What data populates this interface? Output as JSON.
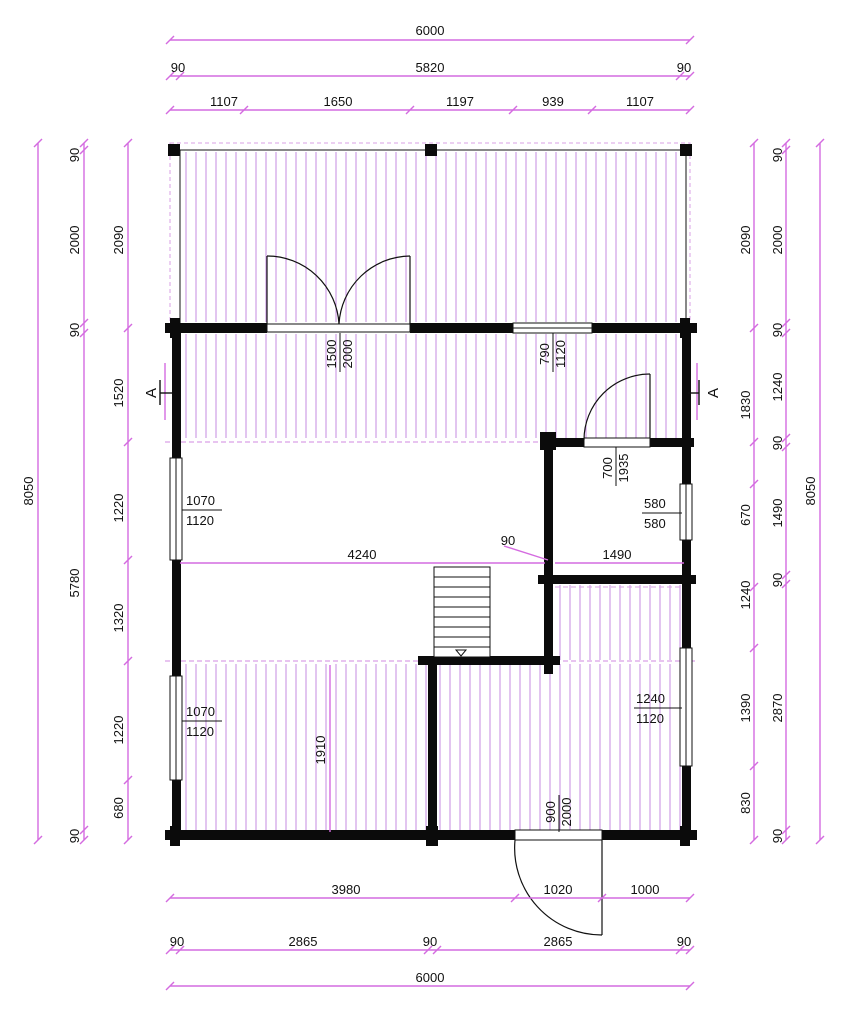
{
  "top_dims": {
    "overall": "6000",
    "row2": [
      "90",
      "5820",
      "90"
    ],
    "row3": [
      "1107",
      "1650",
      "1197",
      "939",
      "1107"
    ]
  },
  "bottom_dims": {
    "row1": [
      "3980",
      "1020",
      "1000"
    ],
    "row2": [
      "90",
      "2865",
      "90",
      "2865",
      "90"
    ],
    "overall": "6000"
  },
  "left_dims": {
    "overall": "8050",
    "col2": [
      "90",
      "2000",
      "90",
      "5780",
      "90"
    ],
    "col3": [
      "2090",
      "1520",
      "1220",
      "1320",
      "1220",
      "680"
    ]
  },
  "right_dims": {
    "overall": "8050",
    "col2": [
      "90",
      "2000",
      "90",
      "1240",
      "90",
      "1490",
      "90",
      "2870",
      "90"
    ],
    "col3": [
      "2090",
      "1830",
      "670",
      "1240",
      "1390",
      "830"
    ]
  },
  "section_marks": [
    "A",
    "A"
  ],
  "openings": {
    "terrace_door": [
      "1500",
      "2000"
    ],
    "window_top": [
      "790",
      "1120"
    ],
    "bath_door": [
      "700",
      "1935"
    ],
    "window_left_upper": [
      "1070",
      "1120"
    ],
    "window_right_bath": [
      "580",
      "580"
    ],
    "window_left_lower": [
      "1070",
      "1120"
    ],
    "window_right_lower": [
      "1240",
      "1120"
    ],
    "entrance_door": [
      "900",
      "2000"
    ]
  },
  "interior_dims": {
    "hall_width": "4240",
    "partition": "90",
    "bath_width": "1490",
    "room_depth": "1910"
  }
}
